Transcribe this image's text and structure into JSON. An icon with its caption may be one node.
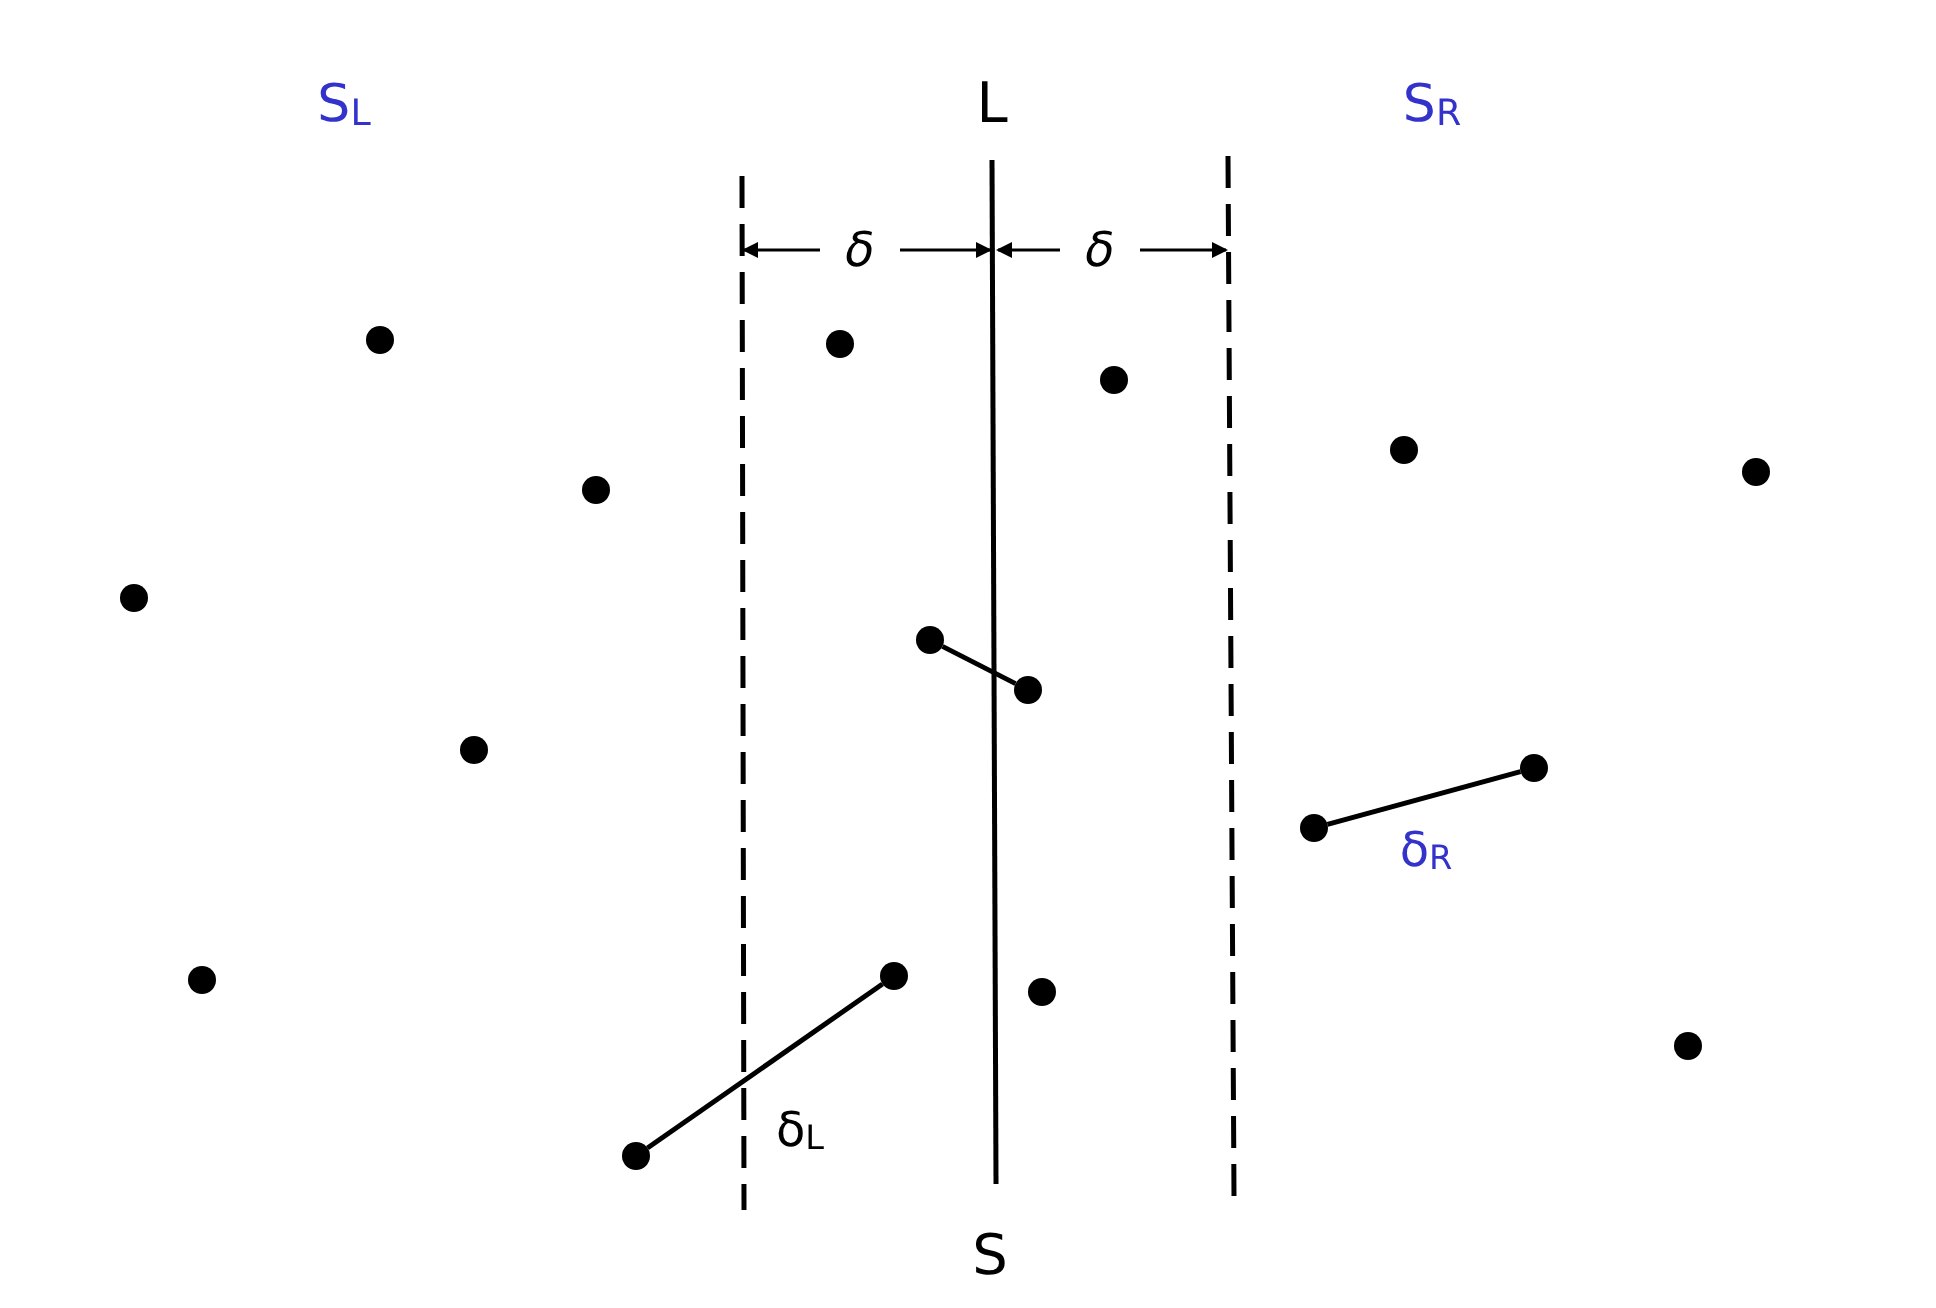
{
  "diagram": {
    "nodes": [
      {
        "text": [],
        "shape": "circle"
      },
      {
        "text": [],
        "shape": "circle"
      },
      {
        "text": [],
        "shape": "circle"
      },
      {
        "text": [],
        "shape": "circle"
      },
      {
        "text": [],
        "shape": "circle"
      },
      {
        "text": [],
        "shape": "circle"
      },
      {
        "text": [],
        "shape": "circle"
      },
      {
        "text": [],
        "shape": "circle"
      },
      {
        "text": [],
        "shape": "circle"
      },
      {
        "text": [],
        "shape": "circle"
      },
      {
        "text": [],
        "shape": "circle"
      },
      {
        "text": [],
        "shape": "circle"
      },
      {
        "text": [],
        "shape": "circle"
      },
      {
        "text": [],
        "shape": "circle"
      },
      {
        "text": [],
        "shape": "circle"
      },
      {
        "text": [],
        "shape": "circle"
      },
      {
        "text": [],
        "shape": "circle"
      }
    ],
    "edges": [
      {
        "from": 7,
        "to": 8,
        "arrow": "none"
      },
      {
        "from": 11,
        "to": 10,
        "arrow": "none"
      },
      {
        "from": 16,
        "to": 12,
        "arrow": "none"
      }
    ],
    "labels": [
      "S$_{L}$",
      "L",
      "S$_{R}$",
      "δ",
      "δ",
      "δ$_{R}$",
      "δ$_{L}$",
      "S"
    ]
  }
}
